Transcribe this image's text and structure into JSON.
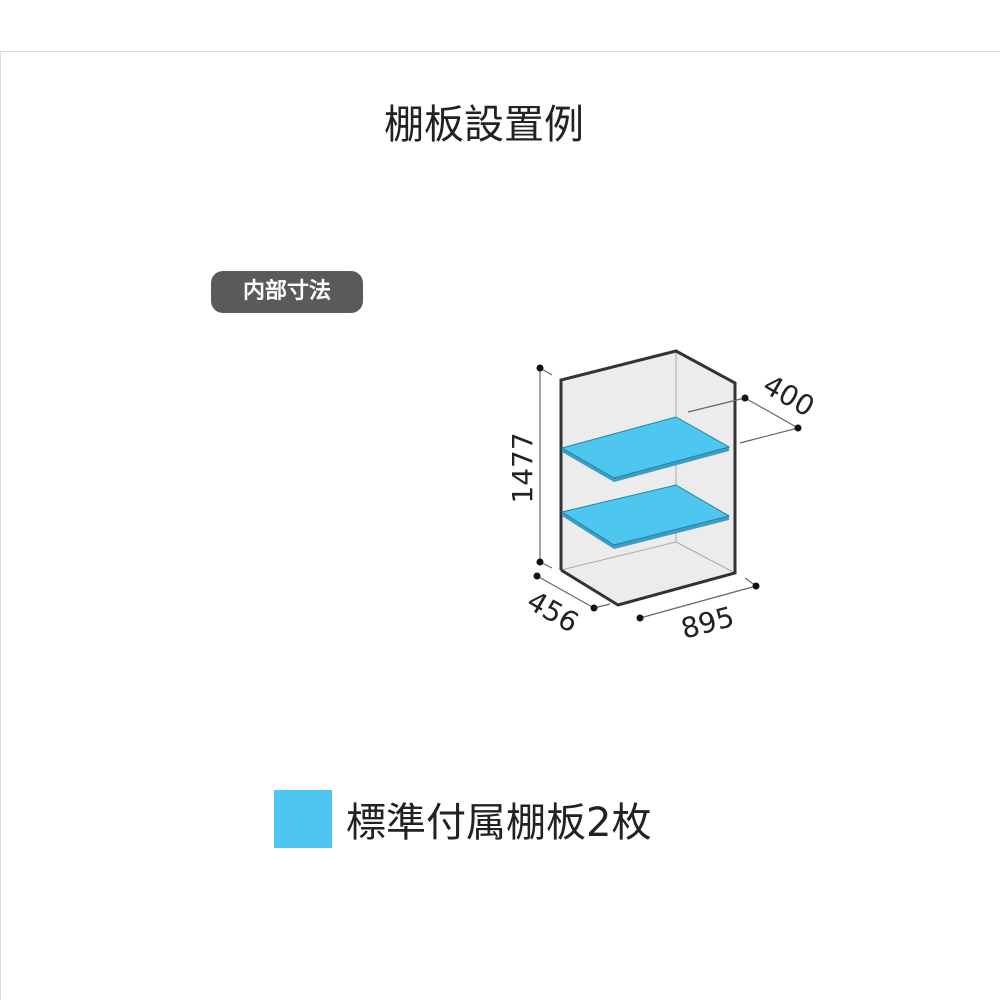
{
  "title": "棚板設置例",
  "badge": "内部寸法",
  "dimensions": {
    "height": "1477",
    "depth": "456",
    "width": "895",
    "shelf_depth": "400"
  },
  "legend": {
    "label": "標準付属棚板2枚",
    "color": "#4dc7f0"
  },
  "colors": {
    "shelf": "#4dc7f0",
    "panel": "#ececec",
    "outline": "#333333"
  }
}
